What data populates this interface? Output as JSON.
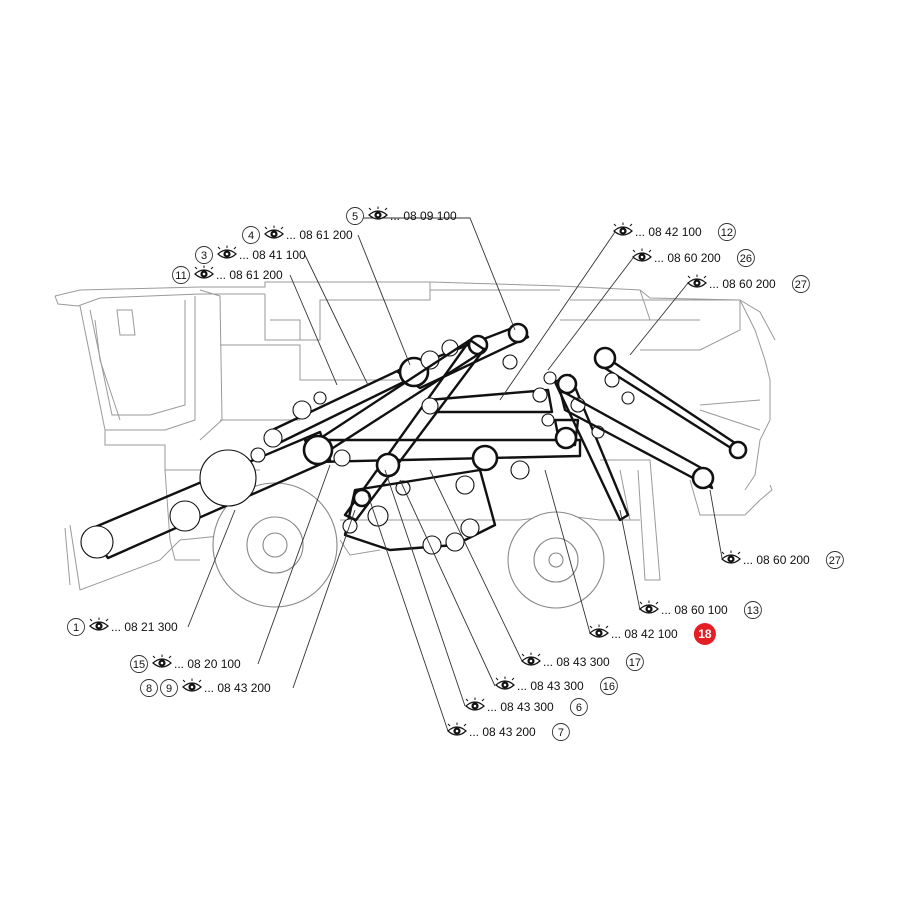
{
  "diagram": {
    "callouts": [
      {
        "id": "c1",
        "numbers": [
          "1"
        ],
        "ref": "... 08 21 300",
        "highlight": false
      },
      {
        "id": "c15",
        "numbers": [
          "15"
        ],
        "ref": "... 08 20 100",
        "highlight": false
      },
      {
        "id": "c89",
        "numbers": [
          "8",
          "9"
        ],
        "ref": "... 08 43 200",
        "highlight": false
      },
      {
        "id": "c11",
        "numbers": [
          "11"
        ],
        "ref": "... 08 61 200",
        "highlight": false
      },
      {
        "id": "c3",
        "numbers": [
          "3"
        ],
        "ref": "... 08 41 100",
        "highlight": false
      },
      {
        "id": "c4",
        "numbers": [
          "4"
        ],
        "ref": "... 08 61 200",
        "highlight": false
      },
      {
        "id": "c5",
        "numbers": [
          "5"
        ],
        "ref": "... 08 09 100",
        "highlight": false
      },
      {
        "id": "c12",
        "numbers": [
          "12"
        ],
        "ref": "... 08 42 100",
        "highlight": false
      },
      {
        "id": "c26",
        "numbers": [
          "26"
        ],
        "ref": "... 08 60 200",
        "highlight": false
      },
      {
        "id": "c27a",
        "numbers": [
          "27"
        ],
        "ref": "... 08 60 200",
        "highlight": false
      },
      {
        "id": "c27b",
        "numbers": [
          "27"
        ],
        "ref": "... 08 60 200",
        "highlight": false
      },
      {
        "id": "c13",
        "numbers": [
          "13"
        ],
        "ref": "... 08 60 100",
        "highlight": false
      },
      {
        "id": "c18",
        "numbers": [
          "18"
        ],
        "ref": "... 08 42 100",
        "highlight": true
      },
      {
        "id": "c17",
        "numbers": [
          "17"
        ],
        "ref": "... 08 43 300",
        "highlight": false
      },
      {
        "id": "c16",
        "numbers": [
          "16"
        ],
        "ref": "... 08 43 300",
        "highlight": false
      },
      {
        "id": "c6",
        "numbers": [
          "6"
        ],
        "ref": "... 08 43 300",
        "highlight": false
      },
      {
        "id": "c7",
        "numbers": [
          "7"
        ],
        "ref": "... 08 43 200",
        "highlight": false
      }
    ],
    "colors": {
      "highlight": "#e31e24",
      "line": "#333333",
      "belt": "#111111",
      "body": "#9a9a9a"
    },
    "icon": "eye-icon"
  }
}
